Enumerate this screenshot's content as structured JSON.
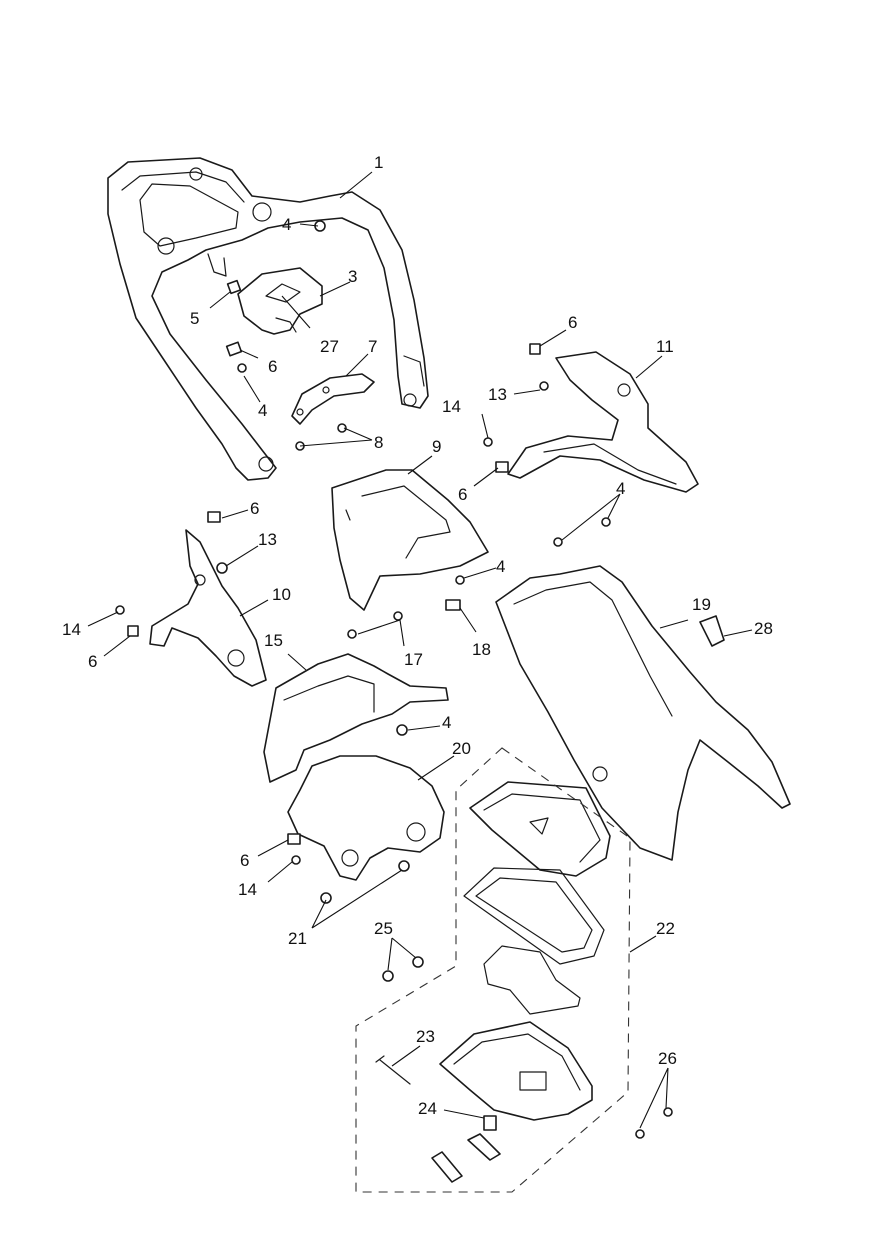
{
  "callouts": [
    {
      "id": "c1",
      "label": "1"
    },
    {
      "id": "c3",
      "label": "3"
    },
    {
      "id": "c4a",
      "label": "4"
    },
    {
      "id": "c4b",
      "label": "4"
    },
    {
      "id": "c4c",
      "label": "4"
    },
    {
      "id": "c4d",
      "label": "4"
    },
    {
      "id": "c4e",
      "label": "4"
    },
    {
      "id": "c5",
      "label": "5"
    },
    {
      "id": "c6a",
      "label": "6"
    },
    {
      "id": "c6b",
      "label": "6"
    },
    {
      "id": "c6c",
      "label": "6"
    },
    {
      "id": "c6d",
      "label": "6"
    },
    {
      "id": "c6e",
      "label": "6"
    },
    {
      "id": "c6f",
      "label": "6"
    },
    {
      "id": "c7",
      "label": "7"
    },
    {
      "id": "c8",
      "label": "8"
    },
    {
      "id": "c9",
      "label": "9"
    },
    {
      "id": "c10",
      "label": "10"
    },
    {
      "id": "c11",
      "label": "11"
    },
    {
      "id": "c13a",
      "label": "13"
    },
    {
      "id": "c13b",
      "label": "13"
    },
    {
      "id": "c14a",
      "label": "14"
    },
    {
      "id": "c14b",
      "label": "14"
    },
    {
      "id": "c14c",
      "label": "14"
    },
    {
      "id": "c15",
      "label": "15"
    },
    {
      "id": "c17",
      "label": "17"
    },
    {
      "id": "c18",
      "label": "18"
    },
    {
      "id": "c19",
      "label": "19"
    },
    {
      "id": "c20",
      "label": "20"
    },
    {
      "id": "c21",
      "label": "21"
    },
    {
      "id": "c22",
      "label": "22"
    },
    {
      "id": "c23",
      "label": "23"
    },
    {
      "id": "c24",
      "label": "24"
    },
    {
      "id": "c25",
      "label": "25"
    },
    {
      "id": "c26",
      "label": "26"
    },
    {
      "id": "c27",
      "label": "27"
    },
    {
      "id": "c28",
      "label": "28"
    }
  ]
}
